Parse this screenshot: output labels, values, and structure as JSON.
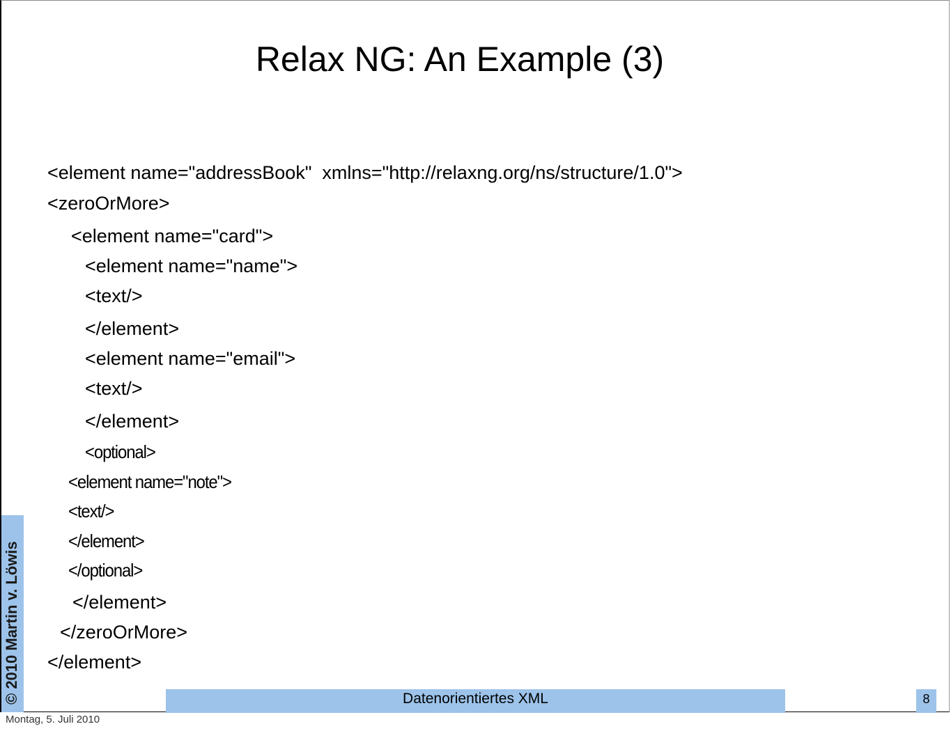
{
  "slide": {
    "title": "Relax NG: An Example (3)",
    "code_lines": [
      "<element name=\"addressBook\"  xmlns=\"http://relaxng.org/ns/structure/1.0\">",
      "<zeroOrMore>",
      "<element name=\"card\">",
      "<element name=\"name\">",
      "<text/>",
      "</element>",
      "<element name=\"email\">",
      "<text/>",
      "</element>",
      "<optional>",
      "<element name=\"note\">",
      "<text/>",
      "</element>",
      "</optional>",
      "</element>",
      "</zeroOrMore>",
      "</element>"
    ]
  },
  "sidebar": {
    "copyright": "© 2010 Martin v. Löwis"
  },
  "footer": {
    "course": "Datenorientiertes  XML",
    "page_number": "8"
  },
  "date": "Montag, 5. Juli 2010",
  "colors": {
    "accent_blue": "#9dc3ea"
  }
}
